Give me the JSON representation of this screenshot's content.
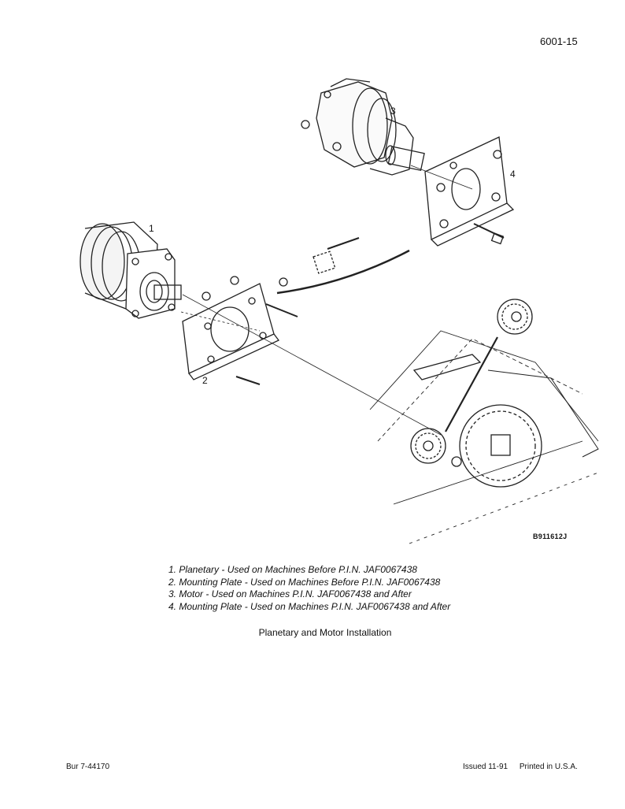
{
  "header": {
    "page_number": "6001-15"
  },
  "diagram": {
    "callouts": [
      "1",
      "2",
      "3",
      "4"
    ],
    "figure_code": "B911612J"
  },
  "legend": {
    "items": [
      "1. Planetary - Used on Machines Before P.I.N. JAF0067438",
      "2. Mounting Plate - Used on Machines Before P.I.N. JAF0067438",
      "3. Motor - Used on Machines P.I.N. JAF0067438 and After",
      "4. Mounting Plate - Used on Machines P.I.N. JAF0067438 and After"
    ]
  },
  "caption": "Planetary and Motor Installation",
  "footer": {
    "doc_number": "Bur 7-44170",
    "issued": "Issued 11-91",
    "printed": "Printed in U.S.A."
  }
}
